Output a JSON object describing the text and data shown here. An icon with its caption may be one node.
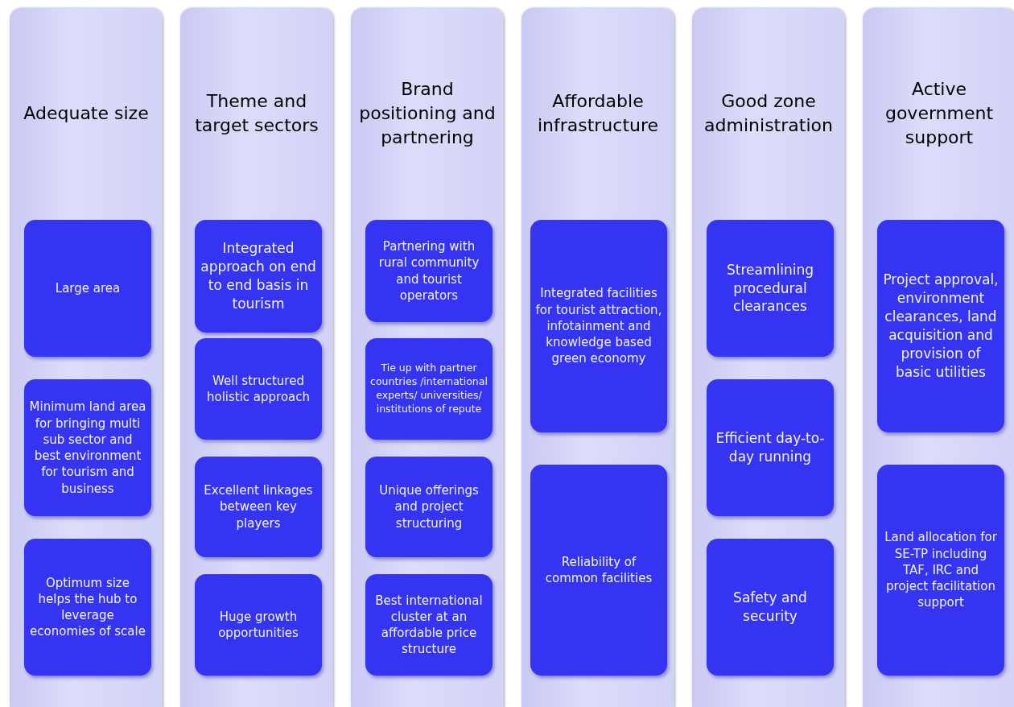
{
  "diagram": {
    "nodes": [
      {
        "text": [
          "Adequate size"
        ]
      },
      {
        "text": [
          "Large area"
        ],
        "in": 0
      },
      {
        "text": [
          "Minimum land area for bringing multi sub sector and best environment for tourism and business"
        ],
        "in": 0
      },
      {
        "text": [
          "Optimum size helps the hub to leverage economies of scale"
        ],
        "in": 0
      },
      {
        "text": [
          "Theme and target sectors"
        ]
      },
      {
        "text": [
          "Integrated approach on end to end basis in tourism"
        ],
        "in": 4
      },
      {
        "text": [
          "Well structured holistic approach"
        ],
        "in": 4
      },
      {
        "text": [
          "Excellent linkages between key players"
        ],
        "in": 4
      },
      {
        "text": [
          "Huge growth opportunities"
        ],
        "in": 4
      },
      {
        "text": [
          "Brand positioning and partnering"
        ]
      },
      {
        "text": [
          "Partnering with rural community and tourist operators"
        ],
        "in": 9
      },
      {
        "text": [
          "Tie up with partner countries /international experts/ universities/ institutions of repute"
        ],
        "in": 9
      },
      {
        "text": [
          "Unique offerings and project structuring"
        ],
        "in": 9
      },
      {
        "text": [
          "Best international cluster at an affordable price structure"
        ],
        "in": 9
      },
      {
        "text": [
          "Affordable infrastructure"
        ]
      },
      {
        "text": [
          "Integrated facilities for tourist attraction, infotainment and knowledge based green economy"
        ],
        "in": 14
      },
      {
        "text": [
          "Reliability of common facilities"
        ],
        "in": 14
      },
      {
        "text": [
          "Good zone administration"
        ]
      },
      {
        "text": [
          "Streamlining procedural clearances"
        ],
        "in": 17
      },
      {
        "text": [
          "Efficient day-to-day running"
        ],
        "in": 17
      },
      {
        "text": [
          "Safety and security"
        ],
        "in": 17
      },
      {
        "text": [
          "Active government support"
        ]
      },
      {
        "text": [
          "Project approval, environment clearances, land acquisition and provision of basic utilities"
        ],
        "in": 21
      },
      {
        "text": [
          "Land allocation for SE-TP including TAF, IRC and project facilitation support"
        ],
        "in": 21
      }
    ],
    "edges": []
  }
}
